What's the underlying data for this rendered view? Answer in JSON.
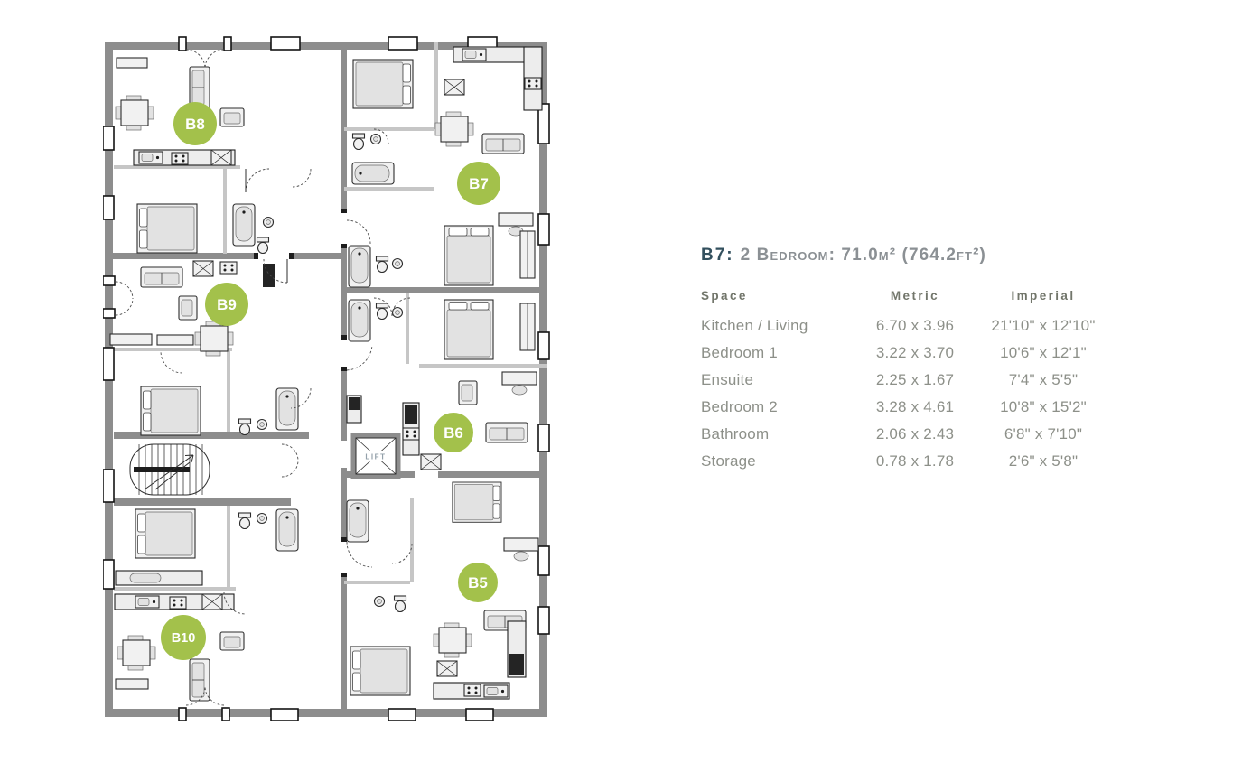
{
  "plan": {
    "lift_label": "LIFT",
    "units": [
      {
        "label": "B8"
      },
      {
        "label": "B7"
      },
      {
        "label": "B9"
      },
      {
        "label": "B6"
      },
      {
        "label": "B5"
      },
      {
        "label": "B10"
      }
    ]
  },
  "info": {
    "title_unit": "B7:",
    "title_rest": "2 Bedroom: 71.0m² (764.2ft²)",
    "table": {
      "headers": {
        "space": "Space",
        "metric": "Metric",
        "imperial": "Imperial"
      },
      "rows": [
        {
          "space": "Kitchen / Living",
          "metric": "6.70 x 3.96",
          "imperial": "21'10\" x 12'10\""
        },
        {
          "space": "Bedroom 1",
          "metric": "3.22 x 3.70",
          "imperial": "10'6\" x 12'1\""
        },
        {
          "space": "Ensuite",
          "metric": "2.25 x 1.67",
          "imperial": "7'4\" x 5'5\""
        },
        {
          "space": "Bedroom 2",
          "metric": "3.28 x 4.61",
          "imperial": "10'8\" x 15'2\""
        },
        {
          "space": "Bathroom",
          "metric": "2.06 x 2.43",
          "imperial": "6'8\" x 7'10\""
        },
        {
          "space": "Storage",
          "metric": "0.78 x 1.78",
          "imperial": "2'6\" x 5'8\""
        }
      ]
    }
  },
  "colors": {
    "accent_green": "#a3c14b",
    "wall_gray": "#8d8d8d",
    "title_dark": "#33505e",
    "text_gray": "#8b9094"
  }
}
